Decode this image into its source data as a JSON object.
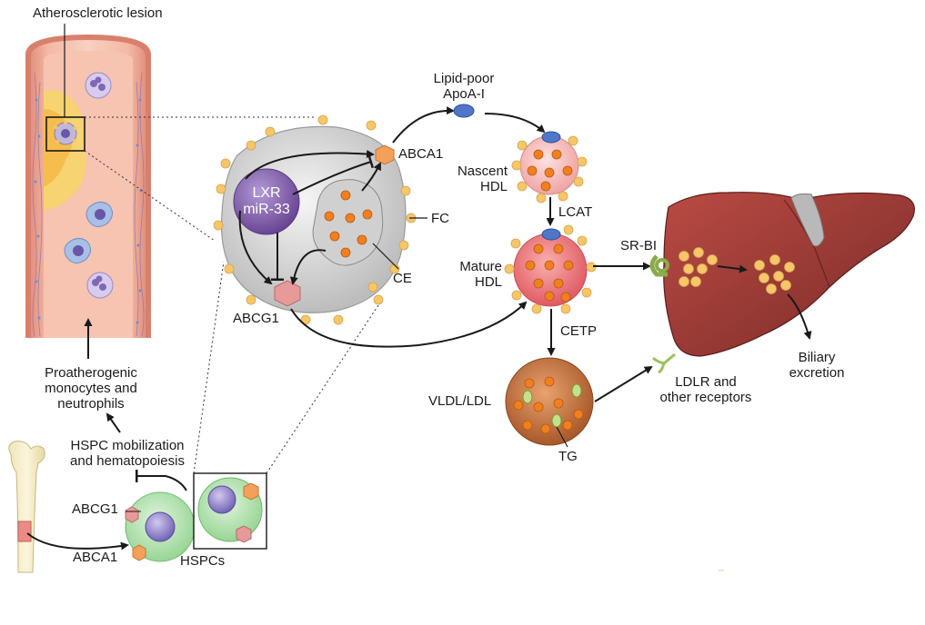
{
  "labels": {
    "lesion": "Atherosclerotic lesion",
    "proatherogenic": "Proatherogenic\nmonocytes and\nneutrophils",
    "mobilization": "HSPC mobilization\nand hematopoiesis",
    "abcg1_hspc": "ABCG1",
    "abca1_hspc": "ABCA1",
    "hspcs": "HSPCs",
    "lxr": "LXR\nmiR-33",
    "abca1_mac": "ABCA1",
    "fc": "FC",
    "ce": "CE",
    "abcg1_mac": "ABCG1",
    "lipid_poor": "Lipid-poor\nApoA-I",
    "nascent_hdl": "Nascent\nHDL",
    "lcat": "LCAT",
    "mature_hdl": "Mature\nHDL",
    "sr_bi": "SR-BI",
    "cetp": "CETP",
    "vldl_ldl": "VLDL/LDL",
    "tg": "TG",
    "ldlr": "LDLR and\nother receptors",
    "biliary": "Biliary\nexcretion"
  },
  "colors": {
    "artery_wall": "#e9a393",
    "artery_lumen": "#f7c7b3",
    "plaque": "#f7d56a",
    "macrophage": "#d9d9d9",
    "lxr": "#7d5aa6",
    "cholesterol_dot": "#f07f1f",
    "fc_dot": "#f5c66a",
    "abca1": "#f3a15a",
    "abcg1": "#e89a9a",
    "apoa1": "#4f77c9",
    "hdl_mature": "#ec6f74",
    "hdl_nascent": "#f7b7b5",
    "vldl": "#c56e3a",
    "liver": "#9e3b35",
    "hspc": "#b9e5b6",
    "tg": "#b8d66a"
  }
}
